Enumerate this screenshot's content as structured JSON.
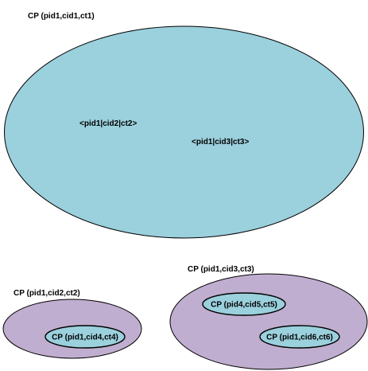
{
  "colors": {
    "cyan_fill": "#9bd0dd",
    "purple_fill": "#c0aed0",
    "outline": "#000000"
  },
  "diagram": {
    "top_cp": {
      "label": "CP (pid1,cid1,ct1)",
      "entries": [
        "<pid1|cid2|ct2>",
        "<pid1|cid3|ct3>"
      ]
    },
    "left_cp": {
      "label": "CP (pid1,cid2,ct2)",
      "child_label": "CP (pid1,cid4,ct4)"
    },
    "right_cp": {
      "label": "CP (pid1,cid3,ct3)",
      "child_labels": [
        "CP (pid4,cid5,ct5)",
        "CP (pid1,cid6,ct6)"
      ]
    }
  }
}
